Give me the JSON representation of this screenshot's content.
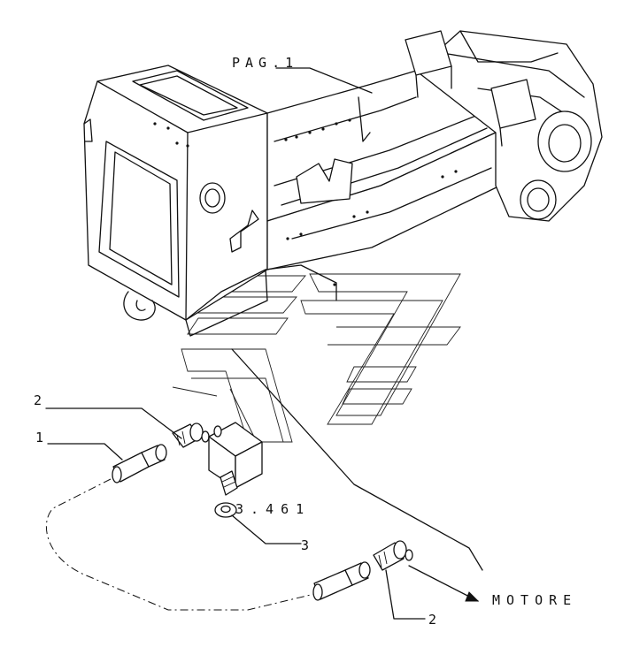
{
  "labels": {
    "pag_ref": "PAG.1",
    "item_1": "1",
    "item_2_upper": "2",
    "item_2_lower": "2",
    "item_3": "3",
    "cross_ref": "3.461",
    "motore": "MOTORE"
  },
  "colors": {
    "ink": "#111111",
    "paper": "#ffffff"
  }
}
